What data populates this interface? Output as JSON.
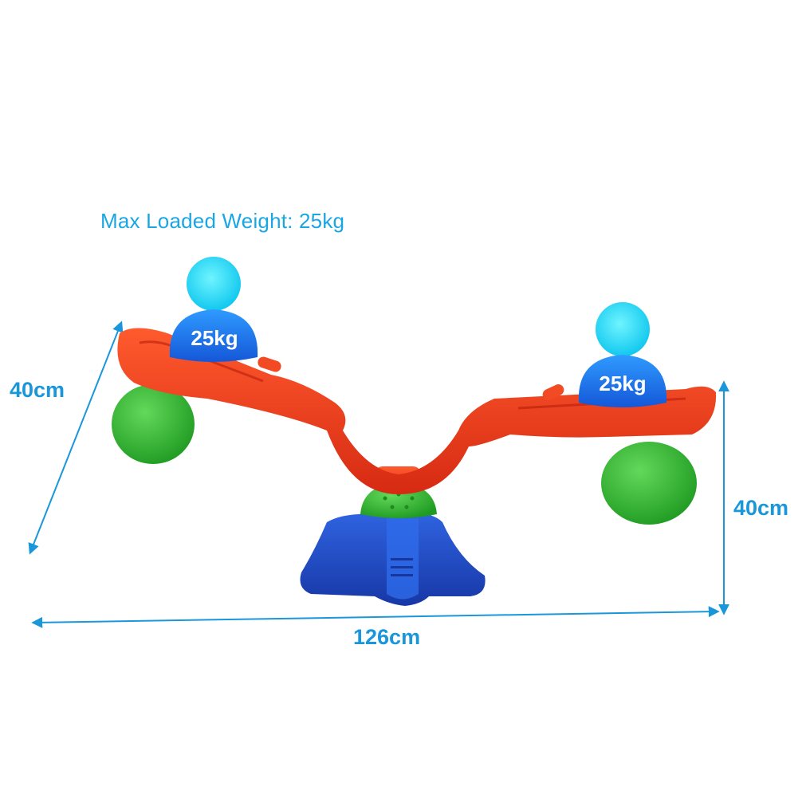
{
  "headline": "Max Loaded Weight: 25kg",
  "dimensions": {
    "left_height": "40cm",
    "right_height": "40cm",
    "length": "126cm"
  },
  "seats": [
    {
      "weight": "25kg"
    },
    {
      "weight": "25kg"
    }
  ],
  "colors": {
    "dimension_blue": "#1a97da",
    "headline_blue": "#1aa6e2",
    "seat_red": "#ee3a1c",
    "bumper_green": "#34b935",
    "base_blue": "#1f4fc4",
    "figure_cyan": "#1ee0ff",
    "figure_blue": "#1c74e8"
  },
  "icons": [
    "person-icon",
    "dimension-arrow"
  ]
}
